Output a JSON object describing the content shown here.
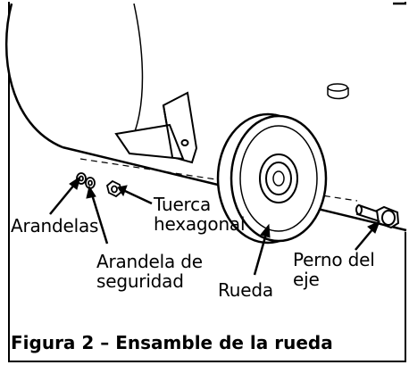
{
  "labels": {
    "arandelas": "Arandelas",
    "tuerca_hexagonal": "Tuerca\nhexagonal",
    "arandela_de_seguridad": "Arandela de\nseguridad",
    "rueda": "Rueda",
    "perno_del_eje": "Perno del\neje"
  },
  "caption": "Figura 2 – Ensamble de la rueda"
}
